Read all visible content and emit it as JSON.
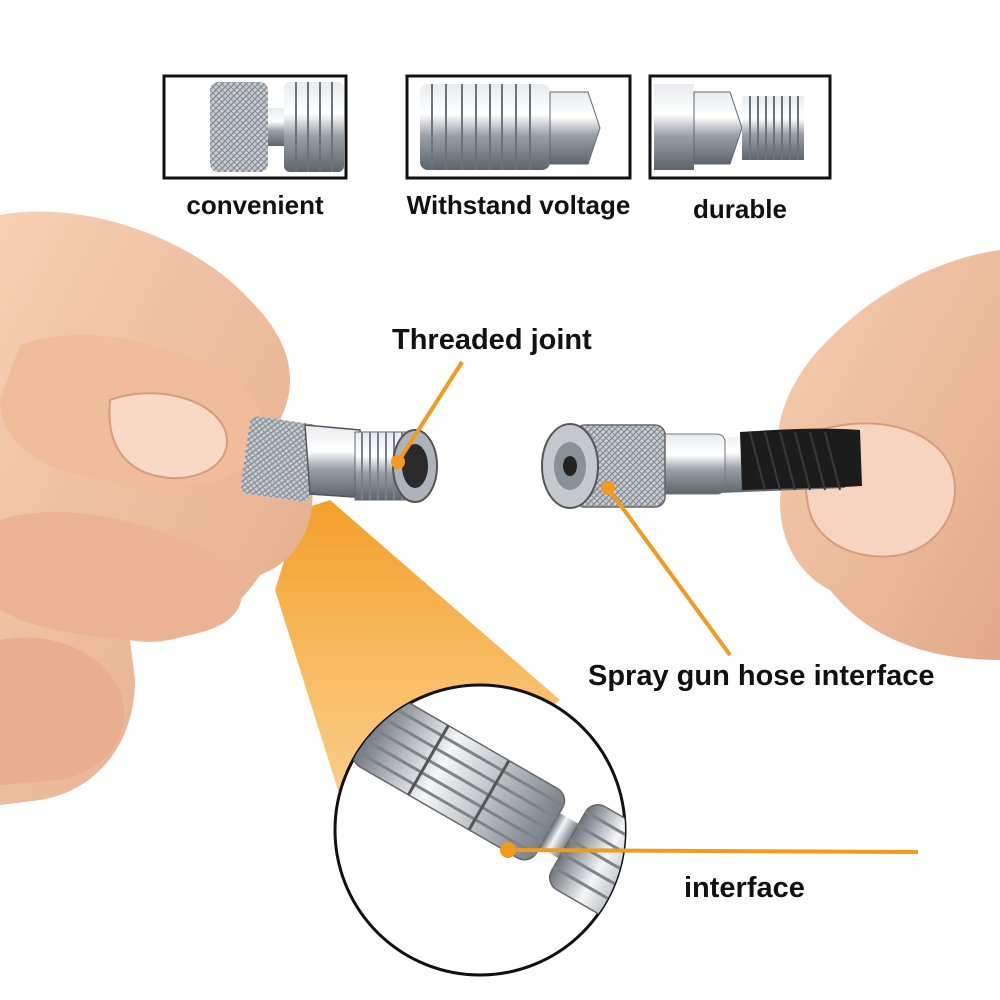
{
  "thumbnails": [
    {
      "label": "convenient"
    },
    {
      "label": "Withstand voltage"
    },
    {
      "label": "durable"
    }
  ],
  "callouts": {
    "threaded_joint": "Threaded joint",
    "hose_interface": "Spray gun hose interface",
    "interface": "interface"
  },
  "colors": {
    "accent": "#f39a1e",
    "skin": "#f2c3a2",
    "metal": "#b8bcc2",
    "hose": "#1c1c1c"
  }
}
